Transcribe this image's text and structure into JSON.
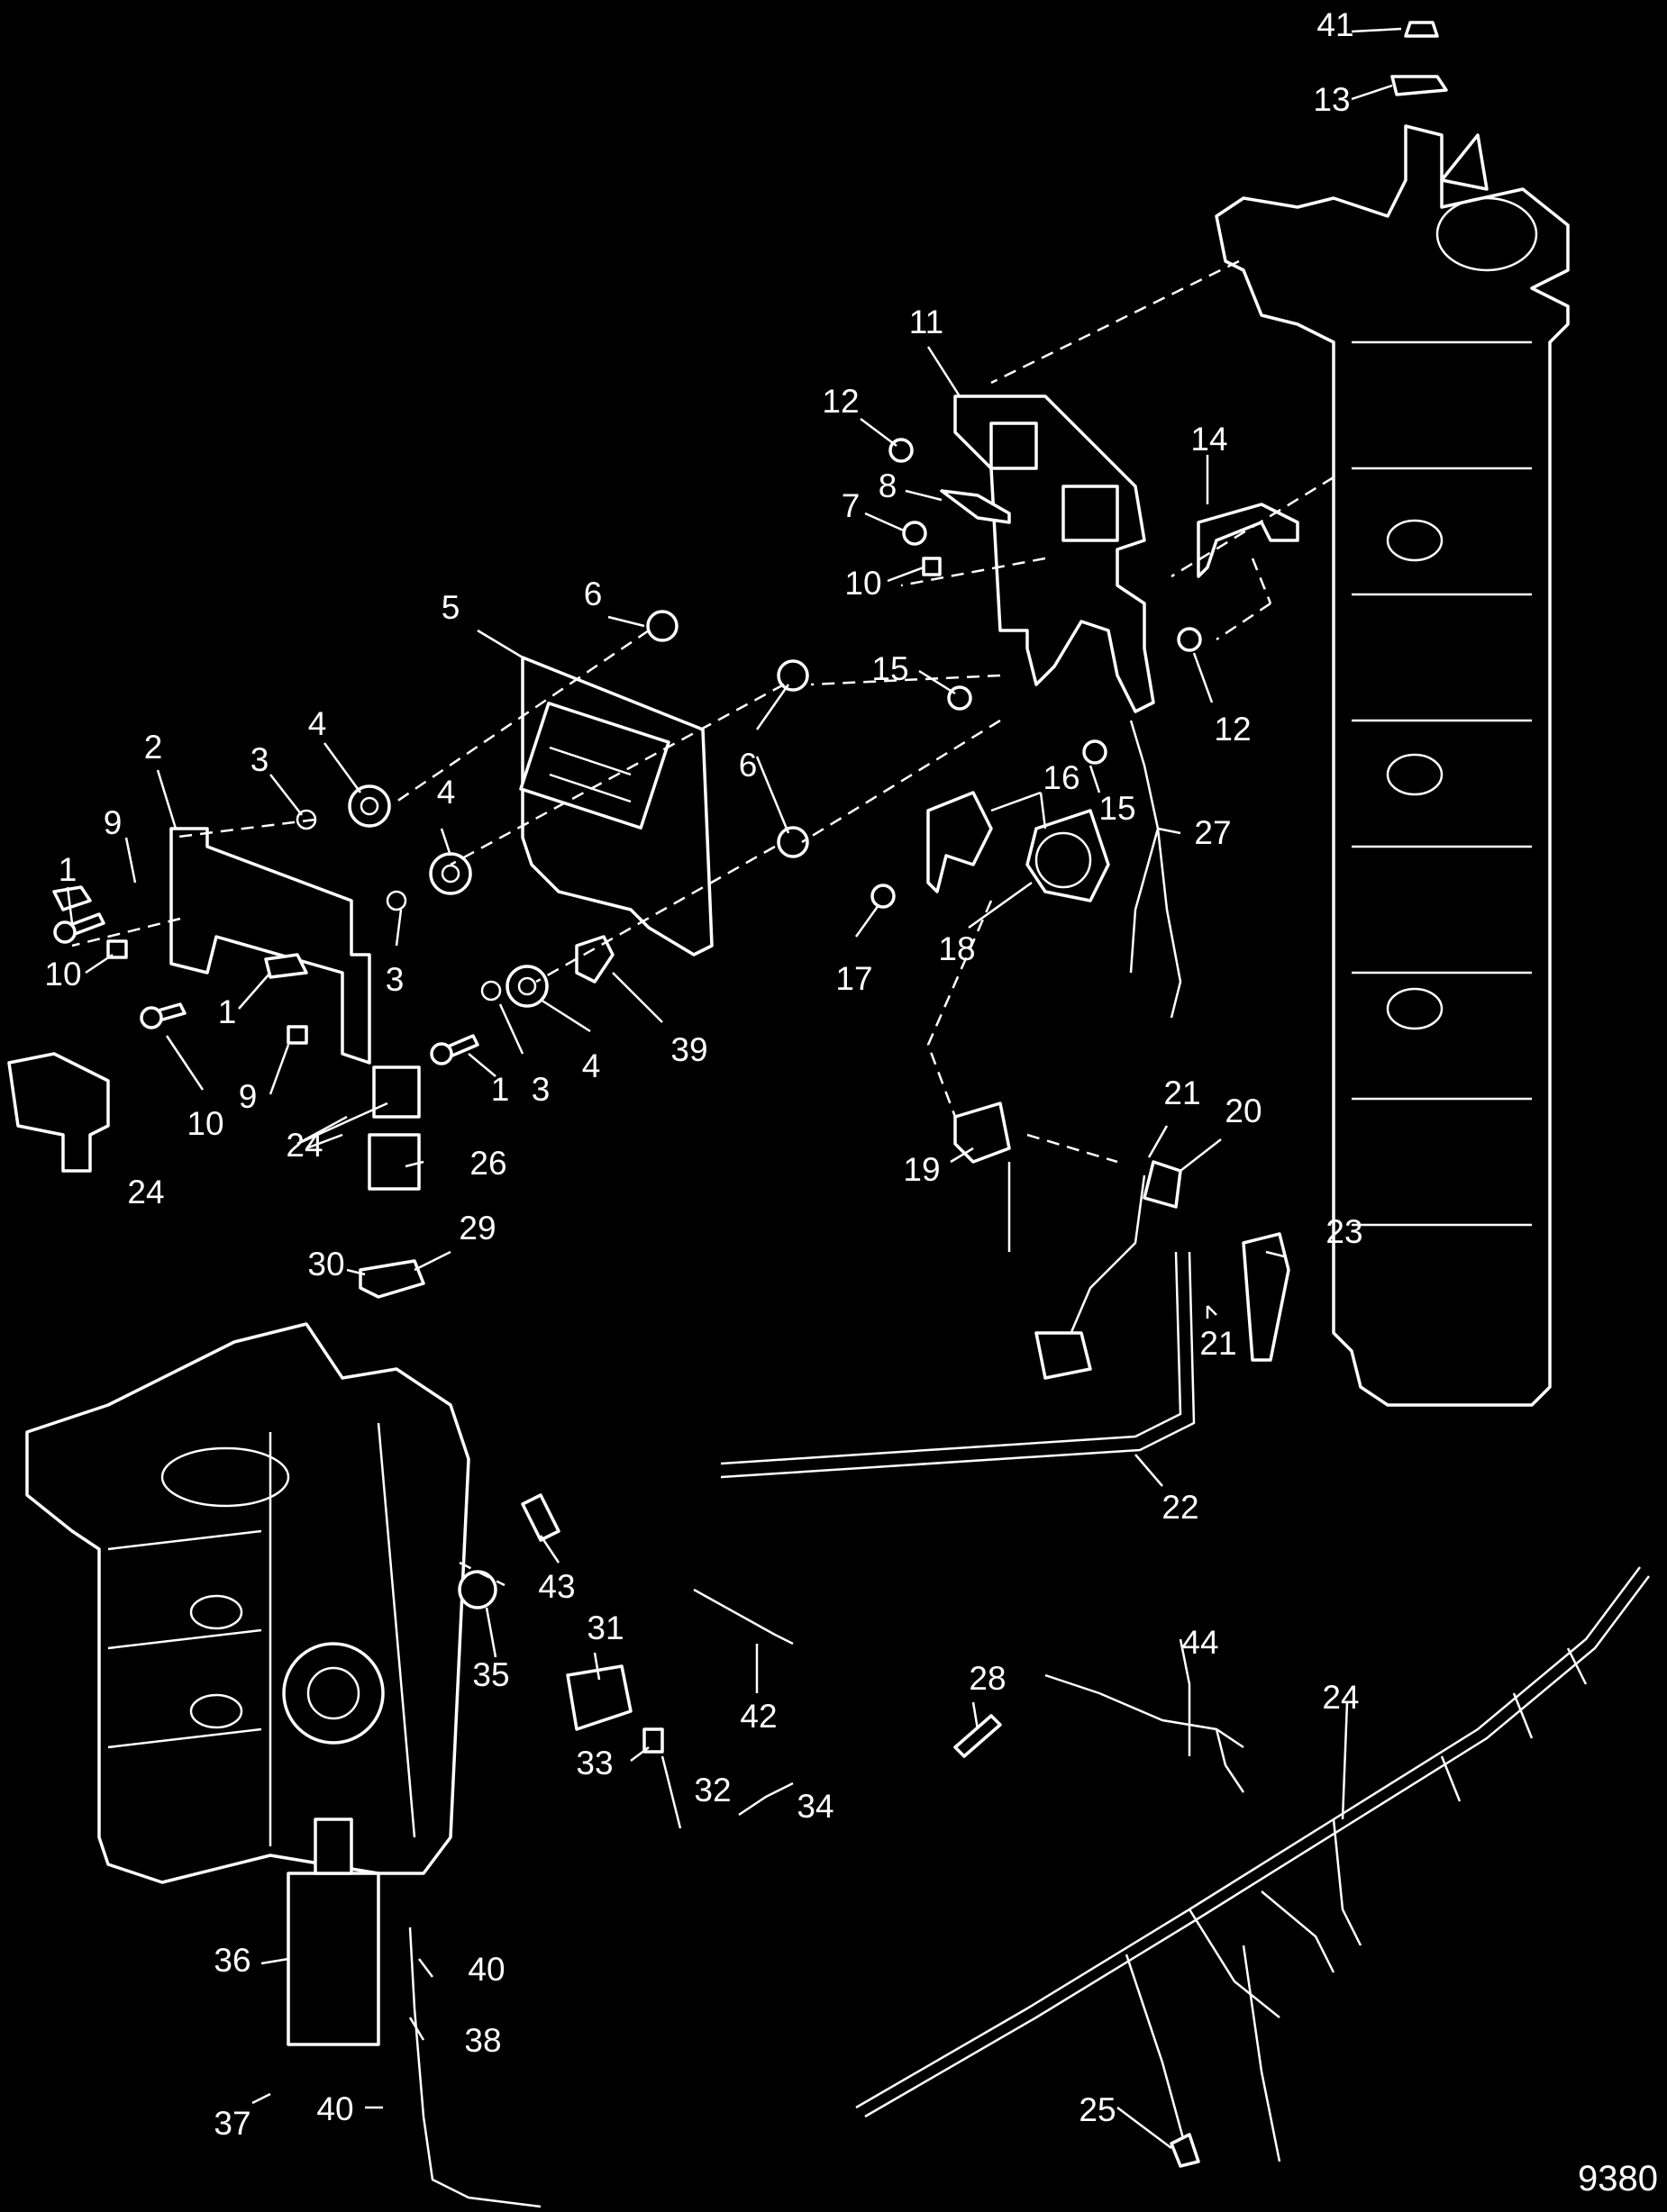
{
  "figure_number": "9380",
  "callouts": [
    "41",
    "13",
    "11",
    "12",
    "14",
    "8",
    "7",
    "10",
    "5",
    "6",
    "15",
    "12",
    "6",
    "2",
    "3",
    "4",
    "9",
    "4",
    "1",
    "10",
    "3",
    "1",
    "9",
    "10",
    "24",
    "1",
    "3",
    "4",
    "39",
    "16",
    "15",
    "27",
    "17",
    "18",
    "24",
    "26",
    "21",
    "20",
    "19",
    "30",
    "29",
    "23",
    "21",
    "22",
    "43",
    "35",
    "31",
    "42",
    "28",
    "44",
    "24",
    "33",
    "32",
    "34",
    "36",
    "40",
    "38",
    "37",
    "40",
    "25"
  ],
  "colors": {
    "background": "#000000",
    "line": "#ffffff"
  }
}
